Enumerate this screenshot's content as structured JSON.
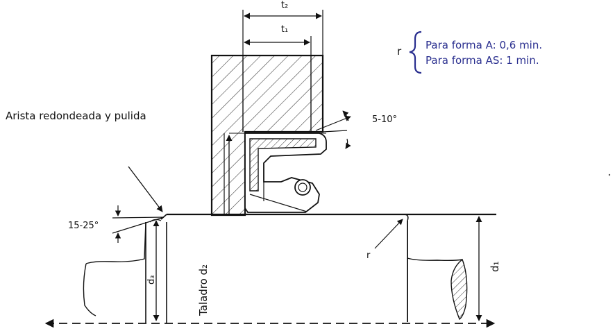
{
  "labels": {
    "t2": "t₂",
    "t1": "t₁",
    "r_symbol": "r",
    "r_form_a": "Para forma A: 0,6 min.",
    "r_form_as": "Para forma AS: 1 min.",
    "edge_note": "Arista redondeada y pulida",
    "angle_5_10": "5-10°",
    "angle_15_25": "15-25°",
    "d3": "d₃",
    "taladro": "Taladro d₂",
    "r_fillet": "r",
    "d1": "d₁"
  },
  "colors": {
    "line": "#111111",
    "hatch": "#333333",
    "brace": "#2a2f8f"
  }
}
